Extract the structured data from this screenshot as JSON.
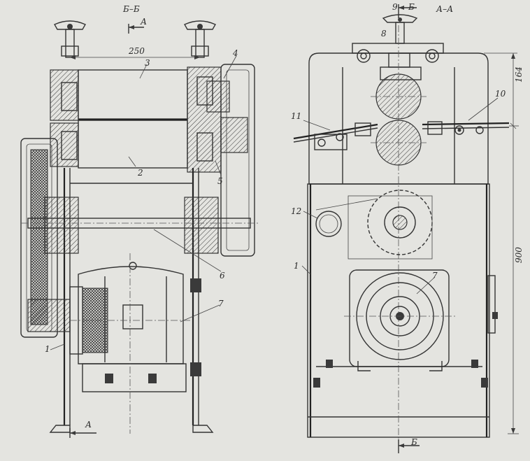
{
  "section_titles": {
    "left": "Б–Б",
    "right": "А–А"
  },
  "cut_markers": {
    "left_top": "А",
    "left_bottom": "А",
    "right_top": "Б",
    "right_bottom": "Б"
  },
  "dimensions": {
    "roll_spacing": "250",
    "top_height": "164",
    "total_height": "900"
  },
  "left_view_callouts": [
    "1",
    "2",
    "3",
    "4",
    "5",
    "6",
    "7"
  ],
  "right_view_callouts": [
    "1",
    "7",
    "8",
    "9",
    "10",
    "11",
    "12"
  ]
}
